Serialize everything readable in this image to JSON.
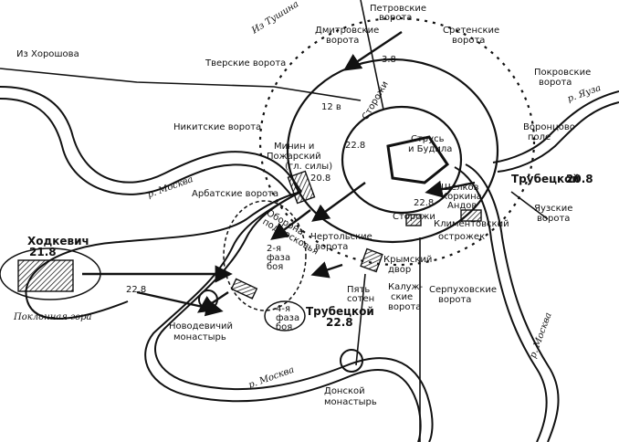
{
  "labels": {
    "iz_tushina": "Из Тушина",
    "iz_khoroshova": "Из Хорошова",
    "petrovskie": [
      "Петровские",
      "ворота"
    ],
    "dmitrovskie": [
      "Дмитровские",
      "ворота"
    ],
    "sretenskie": [
      "Сретенские",
      "ворота"
    ],
    "tverskie": "Тверские ворота",
    "pokrovskie": [
      "Покровские",
      "ворота"
    ],
    "nikitskie": "Никитские ворота",
    "vorontsovo": [
      "Воронцово",
      "поле"
    ],
    "minin": [
      "Минин и",
      "Пожарский"
    ],
    "glsily": "(гл. силы)",
    "strus": [
      "Струсь",
      "и Будила"
    ],
    "trubetskoy_east": "Трубецкой",
    "arbatskie": "Арбатские ворота",
    "yauzskie": [
      "Яузские",
      "ворота"
    ],
    "shchelkov": [
      "Щелков",
      "Коркина",
      "Андов"
    ],
    "kliment": [
      "Климентовский",
      "острожек"
    ],
    "chertolskie": [
      "Чертольские",
      "ворота"
    ],
    "krymsky": [
      "Крымский",
      "двор"
    ],
    "khodkevich": "Ходкевич",
    "poklonnaya": "Поклонная гора",
    "novodevichy": [
      "Новодевичий",
      "монастырь"
    ],
    "pyat_soten": [
      "Пять",
      "сотен"
    ],
    "trubetskoy_sw": "Трубецкой",
    "kaluzhskie": [
      "Калуж-",
      "ские",
      "ворота"
    ],
    "serpukhovskie": [
      "Серпуховские",
      "ворота"
    ],
    "donskoy": [
      "Донской",
      "монастырь"
    ],
    "river_moskva": "р. Москва",
    "river_yauza": "р. Яуза",
    "storozhi_lower": "Сторожи",
    "storozhi_arc": "Сторожи",
    "faza2": [
      "2-я",
      "фаза",
      "боя"
    ],
    "faza4": [
      "4-я",
      "фаза",
      "боя"
    ],
    "oborona": [
      "Оборона",
      "подмосковья"
    ]
  },
  "dates": {
    "d38": "3.8",
    "d128": "12 в",
    "d228a": "22.8",
    "d208a": "20.8",
    "d208b": "20.8",
    "d228b": "22.8",
    "d218": "21.8",
    "d228c": "22.8",
    "d228d": "22.8"
  }
}
